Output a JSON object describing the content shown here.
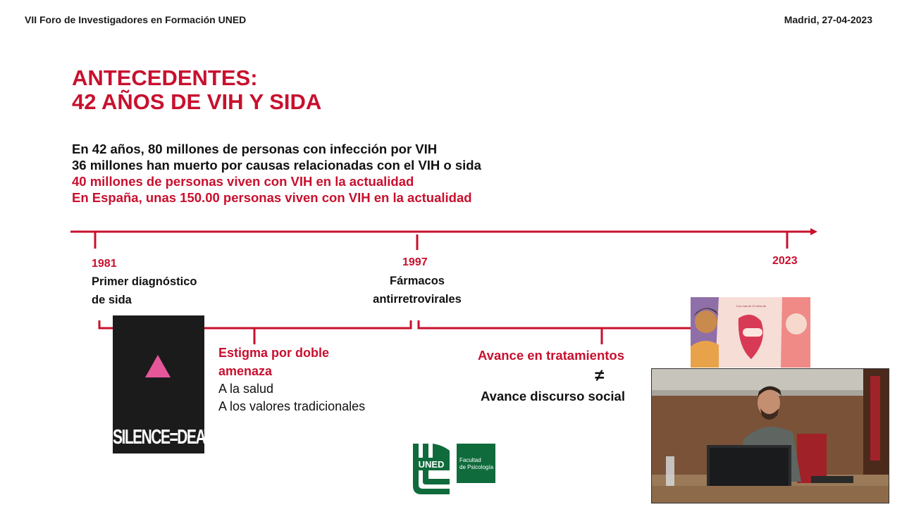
{
  "header": {
    "left": "VII Foro de Investigadores en Formación UNED",
    "right": "Madrid, 27-04-2023"
  },
  "title": {
    "line1": "ANTECEDENTES:",
    "line2": "42 AÑOS DE VIH Y SIDA"
  },
  "facts": [
    "En 42 años, 80 millones de personas con infección por VIH",
    "36 millones han muerto por causas relacionadas con el VIH o sida",
    "40 millones de personas viven con VIH en la actualidad",
    "En España, unas 150.00 personas viven con VIH en la actualidad"
  ],
  "timeline": {
    "milestones": [
      {
        "year": "1981",
        "label_line1": "Primer diagnóstico",
        "label_line2": "de sida"
      },
      {
        "year": "1997",
        "label_line1": "Fármacos",
        "label_line2": "antirretrovirales"
      },
      {
        "year": "2023"
      }
    ]
  },
  "stigma": {
    "title_line1": "Estigma por doble",
    "title_line2": "amenaza",
    "items": [
      "A la salud",
      "A los valores tradicionales"
    ]
  },
  "advance": {
    "line1": "Avance en tratamientos",
    "symbol": "≠",
    "line2": "Avance discurso social"
  },
  "poster": {
    "slogan": "SILENCE=DEATH"
  },
  "logos": {
    "uned": "UNED",
    "faculty_line1": "Facultad",
    "faculty_line2": "de Psicología"
  },
  "colors": {
    "accent": "#c8102e",
    "uned_green": "#0f6b3c"
  }
}
